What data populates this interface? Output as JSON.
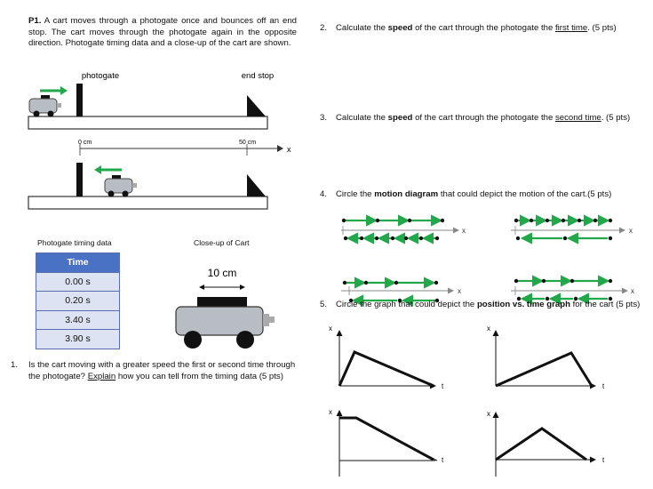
{
  "intro": {
    "label": "P1.",
    "text": " A cart moves through a photogate once and bounces off an end stop. The cart moves through the photogate again in the opposite direction. Photogate timing data and a close-up of the cart are shown."
  },
  "diagram": {
    "photogate_label": "photogate",
    "end_stop_label": "end stop",
    "axis_zero": "0 cm",
    "axis_fifty": "50 cm",
    "axis_var": "x"
  },
  "timing": {
    "caption": "Photogate timing data",
    "header": "Time",
    "rows": [
      "0.00 s",
      "0.20 s",
      "3.40 s",
      "3.90 s"
    ]
  },
  "closeup": {
    "caption": "Close-up of Cart",
    "dimension": "10 cm"
  },
  "colors": {
    "arrow_green": "#22a84a",
    "table_header": "#4a72c4",
    "table_cell": "#dde3f2"
  },
  "questions": {
    "q1": {
      "num": "1.",
      "pre": "Is the cart moving with a greater speed the first or second time through the photogate? ",
      "u": "Explain",
      "post": " how you can tell from the timing data (5 pts)"
    },
    "q2": {
      "num": "2.",
      "pre": "Calculate the ",
      "b": "speed",
      "mid": " of the cart through the photogate the ",
      "u": "first time",
      "post": ". (5 pts)"
    },
    "q3": {
      "num": "3.",
      "pre": "Calculate the ",
      "b": "speed",
      "mid": " of the cart through the photogate the ",
      "u": "second time",
      "post": ". (5 pts)"
    },
    "q4": {
      "num": "4.",
      "pre": "Circle the ",
      "b": "motion diagram",
      "post": " that could depict the motion of the cart.(5 pts)"
    },
    "q5": {
      "num": "5.",
      "pre": "Circle the graph that could depict the ",
      "b": "position vs. time graph",
      "post": " for the cart (5 pts)"
    }
  },
  "graph_axes": {
    "y": "x",
    "x": "t"
  }
}
